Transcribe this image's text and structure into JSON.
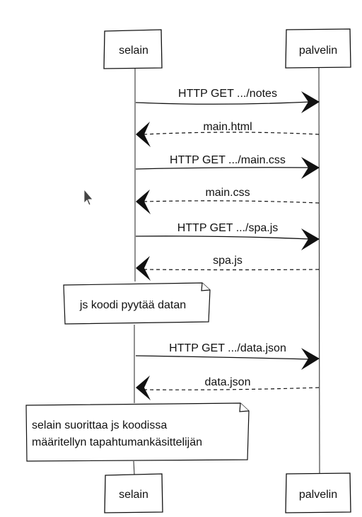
{
  "participants": {
    "left_top": "selain",
    "right_top": "palvelin",
    "left_bottom": "selain",
    "right_bottom": "palvelin"
  },
  "messages": [
    {
      "label": "HTTP GET .../notes",
      "direction": "right",
      "style": "solid"
    },
    {
      "label": "main.html",
      "direction": "left",
      "style": "dashed"
    },
    {
      "label": "HTTP GET .../main.css",
      "direction": "right",
      "style": "solid"
    },
    {
      "label": "main.css",
      "direction": "left",
      "style": "dashed"
    },
    {
      "label": "HTTP GET .../spa.js",
      "direction": "right",
      "style": "solid"
    },
    {
      "label": "spa.js",
      "direction": "left",
      "style": "dashed"
    },
    {
      "label": "HTTP GET .../data.json",
      "direction": "right",
      "style": "solid"
    },
    {
      "label": "data.json",
      "direction": "left",
      "style": "dashed"
    }
  ],
  "notes": [
    {
      "lines": [
        "js koodi pyytää datan"
      ]
    },
    {
      "lines": [
        "selain suorittaa js koodissa",
        "määritellyn tapahtumankäsittelijän"
      ]
    }
  ]
}
